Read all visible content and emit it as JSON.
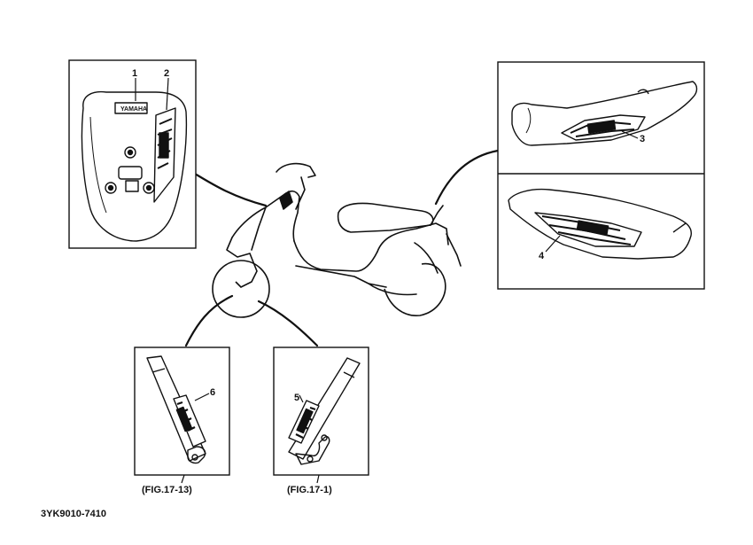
{
  "callouts": {
    "c1": "1",
    "c2": "2",
    "c3": "3",
    "c4": "4",
    "c5": "5",
    "c6": "6"
  },
  "decal_text": {
    "front_emblem": "YAMAHA"
  },
  "figure_refs": {
    "left": "(FIG.17-13)",
    "right": "(FIG.17-1)"
  },
  "footer": {
    "code": "3YK9010-7410"
  }
}
